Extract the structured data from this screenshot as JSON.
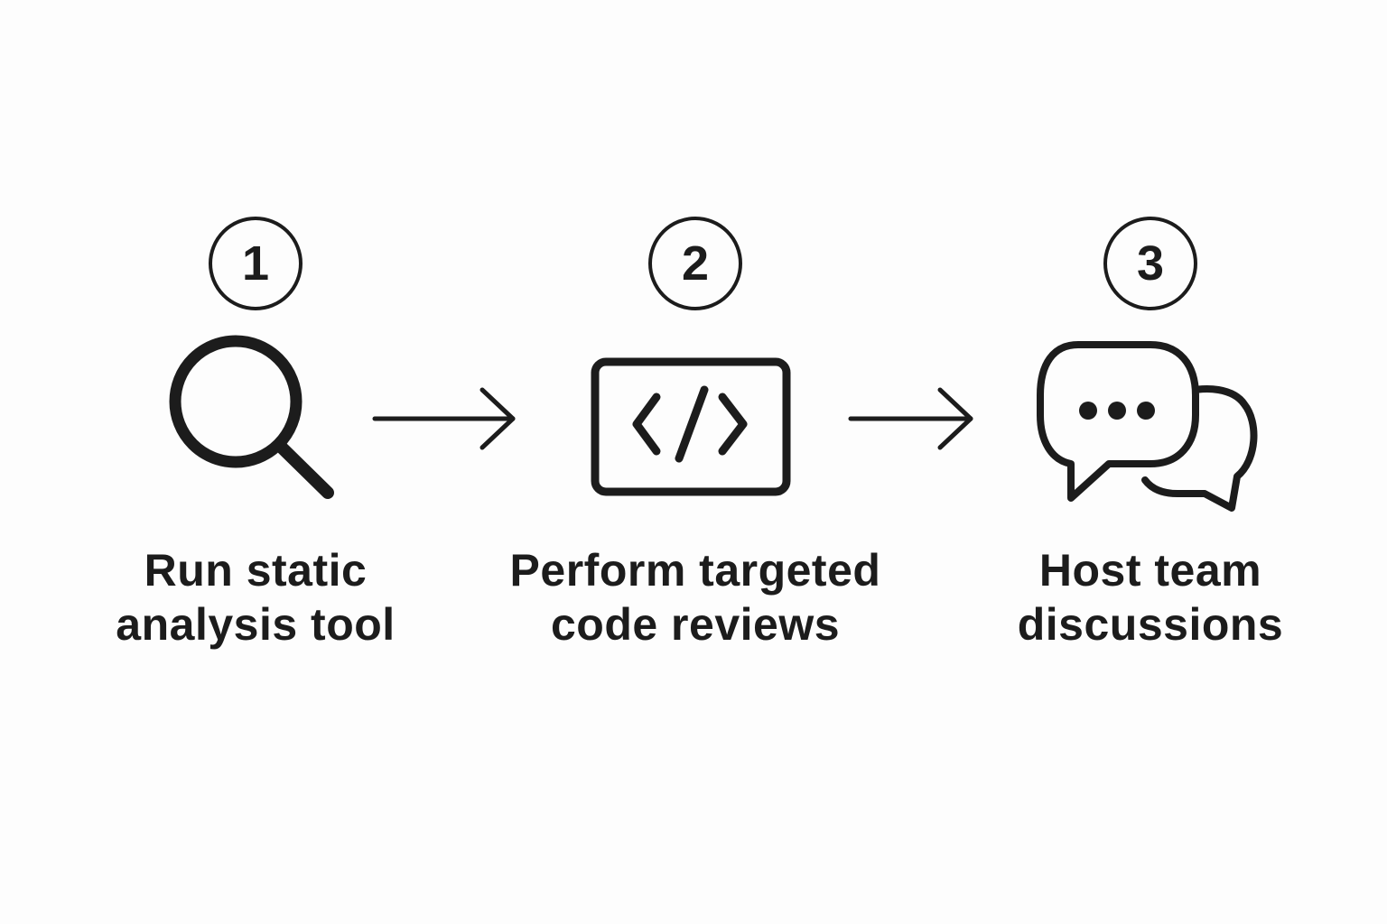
{
  "steps": [
    {
      "number": "1",
      "icon": "magnifying-glass-icon",
      "label_line1": "Run static",
      "label_line2": "analysis tool"
    },
    {
      "number": "2",
      "icon": "code-window-icon",
      "label_line1": "Perform targeted",
      "label_line2": "code reviews"
    },
    {
      "number": "3",
      "icon": "chat-bubbles-icon",
      "label_line1": "Host team",
      "label_line2": "discussions"
    }
  ],
  "connectors": [
    "right-arrow-icon",
    "right-arrow-icon"
  ],
  "colors": {
    "ink": "#1c1c1c",
    "background": "#fdfdfd"
  }
}
